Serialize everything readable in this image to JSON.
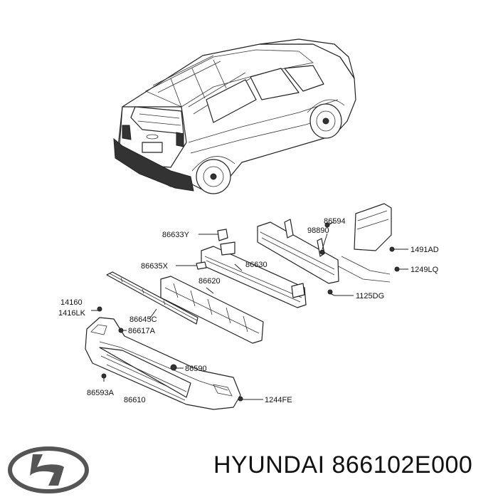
{
  "callouts": {
    "p86594": "86594",
    "p98890": "98890",
    "p86633y": "86633Y",
    "p1491ad": "1491AD",
    "p86635x": "86635X",
    "p86630": "86630",
    "p1249lq": "1249LQ",
    "p86620": "86620",
    "p1125dg": "1125DG",
    "p14160": "14160",
    "p1416lk": "1416LK",
    "p86645c": "86645C",
    "p86617a": "86617A",
    "p86590": "86590",
    "p86593a": "86593A",
    "p86610": "86610",
    "p1244fe": "1244FE"
  },
  "caption": "HYUNDAI 866102E000",
  "brand_logo": "hyundai-logo-icon"
}
